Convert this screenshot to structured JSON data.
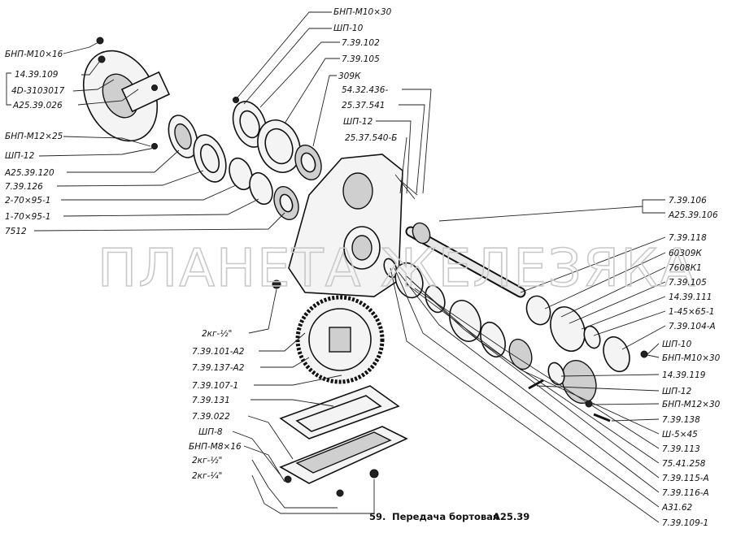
{
  "watermark": "ПЛАНЕТА ЖЕЛЕЗЯКА",
  "caption": {
    "number": "59.",
    "title": "Передача бортовая",
    "code": "А25.39"
  },
  "labels_left": [
    "БНП-М10×16",
    "14.39.109",
    "4D-3103017",
    "А25.39.026",
    "БНП-М12×25",
    "ШП-12",
    "А25.39.120",
    "7.39.126",
    "2-70×95-1",
    "1-70×95-1",
    "7512"
  ],
  "labels_top": [
    "БНП-М10×30",
    "ШП-10",
    "7.39.102",
    "7.39.105",
    "309К",
    "54.32.436-",
    "25.37.541",
    "ШП-12",
    "25.37.540-Б"
  ],
  "labels_right": [
    "7.39.106",
    "А25.39.106",
    "7.39.118",
    "60309К",
    "7608К1",
    "7.39.105",
    "14.39.111",
    "1-45×65-1",
    "7.39.104-А",
    "ШП-10",
    "БНП-М10×30",
    "14.39.119",
    "ШП-12",
    "БНП-М12×30",
    "7.39.138",
    "Ш-5×45",
    "7.39.113",
    "75.41.258",
    "7.39.115-А",
    "7.39.116-А",
    "А31.62",
    "7.39.109-1"
  ],
  "labels_center": [
    "2кг-½\"",
    "7.39.101-А2",
    "7.39.137-А2",
    "7.39.107-1",
    "7.39.131",
    "7.39.022",
    "ШП-8",
    "БНП-М8×16",
    "2кг-½\"",
    "2кг-¼\""
  ],
  "colors": {
    "ink": "#111111",
    "paper": "#ffffff",
    "watermark": "#c9c9c9"
  }
}
